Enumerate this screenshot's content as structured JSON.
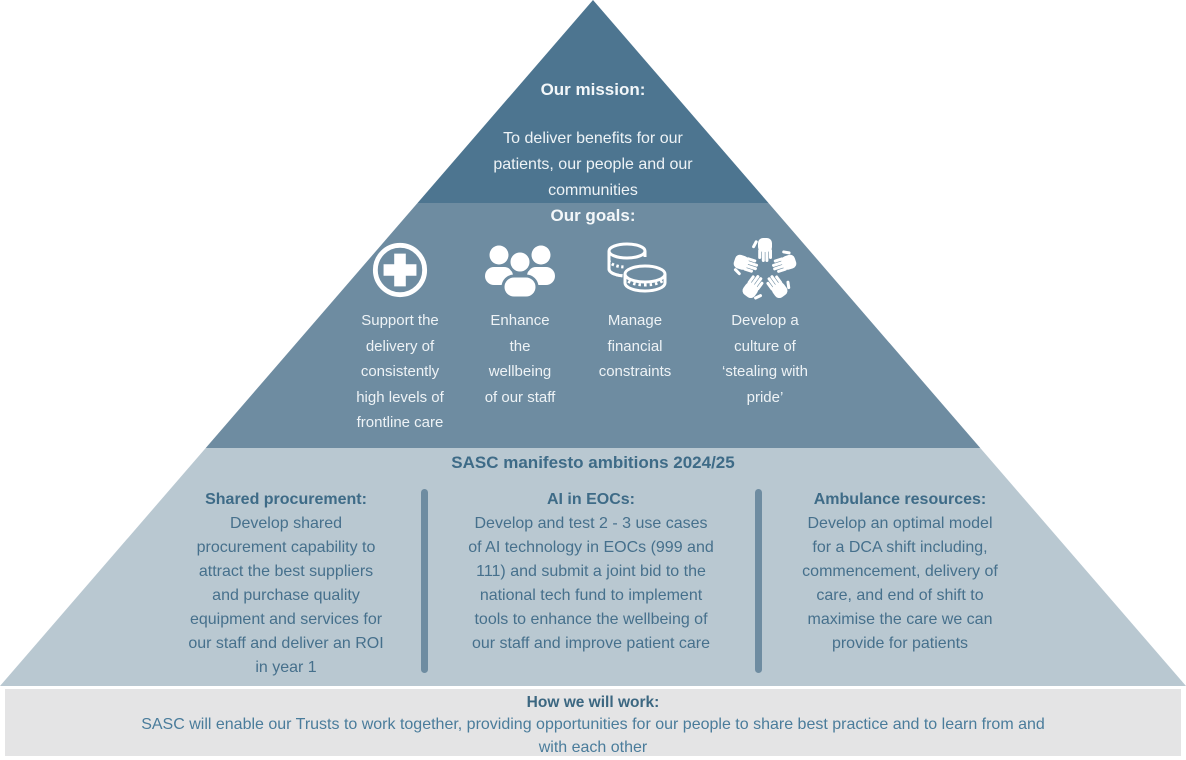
{
  "pyramid": {
    "mission": {
      "heading": "Our mission:",
      "body": "To deliver benefits for our\npatients, our people and our\ncommunities"
    },
    "goals": {
      "heading": "Our goals:",
      "items": [
        {
          "icon": "medical-cross-icon",
          "label": "Support the\ndelivery of\nconsistently\nhigh levels of\nfrontline care"
        },
        {
          "icon": "people-group-icon",
          "label": "Enhance\nthe\nwellbeing\nof our staff"
        },
        {
          "icon": "coins-icon",
          "label": "Manage\nfinancial\nconstraints"
        },
        {
          "icon": "hands-together-icon",
          "label": "Develop a\nculture of\n‘stealing with\npride’"
        }
      ]
    },
    "manifesto": {
      "heading": "SASC manifesto ambitions 2024/25",
      "columns": [
        {
          "title": "Shared procurement:",
          "body": "Develop shared\nprocurement capability to\nattract the best suppliers\nand purchase quality\nequipment and services for\nour staff and deliver an ROI\nin year 1"
        },
        {
          "title": "AI in EOCs:",
          "body": "Develop and test 2 - 3 use cases\nof AI technology in EOCs (999 and\n111) and submit a joint bid to the\nnational tech fund to implement\ntools to enhance the wellbeing of\nour staff and improve patient care"
        },
        {
          "title": "Ambulance resources:",
          "body": "Develop an optimal model\nfor a DCA shift including,\ncommencement, delivery of\ncare, and end of shift to\nmaximise the care we can\nprovide for patients"
        }
      ]
    },
    "footer": {
      "heading": "How we will work:",
      "body": "SASC will enable our Trusts to work together, providing opportunities for our people to share best practice and to learn from and\nwith each other"
    }
  },
  "colors": {
    "mission_band": "#4d7590",
    "goals_band": "#6e8ca1",
    "manifesto_band": "#b9c8d1",
    "footer_band": "#e4e4e5",
    "light_text": "#f3f7f9",
    "heading_dark_text": "#3e6b87",
    "body_dark_text": "#46708c",
    "footer_body_text": "#4a7c9b",
    "divider": "#6e8ca1"
  }
}
